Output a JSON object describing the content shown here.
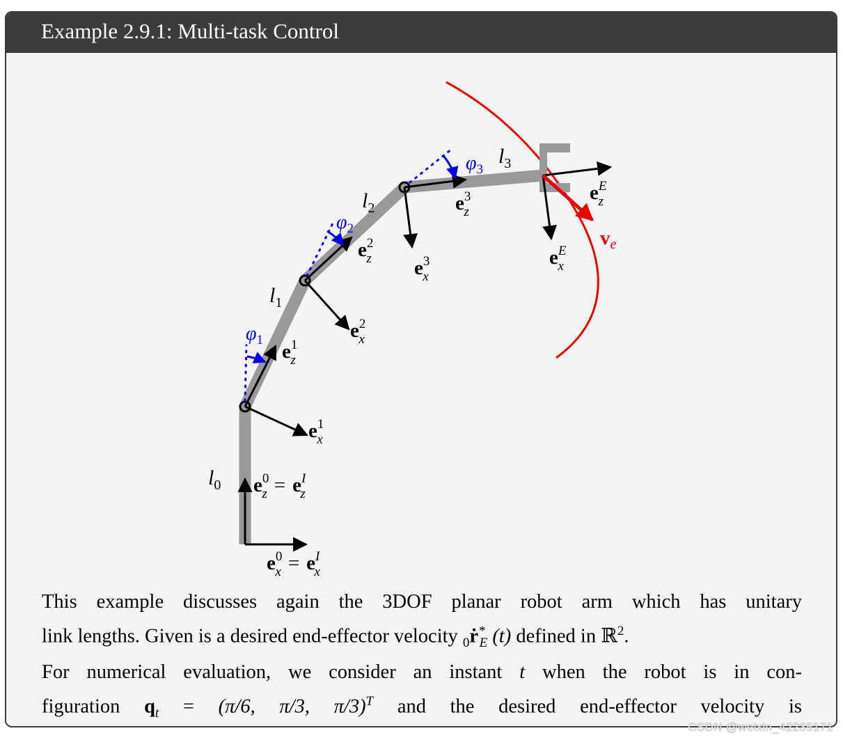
{
  "header": {
    "title": "Example 2.9.1: Multi-task Control"
  },
  "figure": {
    "labels": {
      "l0": "l",
      "l0_sub": "0",
      "l1": "l",
      "l1_sub": "1",
      "l2": "l",
      "l2_sub": "2",
      "l3": "l",
      "l3_sub": "3",
      "phi1": "φ",
      "phi1_sub": "1",
      "phi2": "φ",
      "phi2_sub": "2",
      "phi3": "φ",
      "phi3_sub": "3",
      "base_ez": "e",
      "base_ez_sup": "0",
      "base_ez_sub": "z",
      "base_ez_eq": "=",
      "base_ezI": "e",
      "base_ezI_sup": "I",
      "base_ezI_sub": "z",
      "base_ex": "e",
      "base_ex_sup": "0",
      "base_ex_sub": "x",
      "base_ex_eq": "=",
      "base_exI": "e",
      "base_exI_sup": "I",
      "base_exI_sub": "x",
      "e1z": "e",
      "e1z_sup": "1",
      "e1z_sub": "z",
      "e1x": "e",
      "e1x_sup": "1",
      "e1x_sub": "x",
      "e2z": "e",
      "e2z_sup": "2",
      "e2z_sub": "z",
      "e2x": "e",
      "e2x_sup": "2",
      "e2x_sub": "x",
      "e3z": "e",
      "e3z_sup": "3",
      "e3z_sub": "z",
      "e3x": "e",
      "e3x_sup": "3",
      "e3x_sub": "x",
      "eEz": "e",
      "eEz_sup": "E",
      "eEz_sub": "z",
      "eEx": "e",
      "eEx_sup": "E",
      "eEx_sub": "x",
      "ve": "v",
      "ve_sub": "e"
    },
    "colors": {
      "link": "#999999",
      "frame": "#000000",
      "angle": "#0000ee",
      "trajectory": "#ee0000"
    }
  },
  "body": {
    "line1": "This example discusses again the 3DOF planar robot arm which has unitary",
    "line2_a": "link lengths. Given is a desired end-effector velocity ",
    "line2_pre": "0",
    "line2_r": "ṙ",
    "line2_star": "*",
    "line2_E": "E",
    "line2_t": " (t)",
    "line2_b": " defined in ",
    "line2_R": "ℝ",
    "line2_R_sup": "2",
    "line2_end": ".",
    "line3_a": "For numerical evaluation, we consider an instant ",
    "line3_t": "t",
    "line3_b": " when the robot is in con-",
    "line4_a": "figuration ",
    "line4_q": "q",
    "line4_qsub": "t",
    "line4_eq": " = ",
    "line4_tuple": "(π/6, π/3, π/3)",
    "line4_T": "T",
    "line4_b": " and the desired end-effector velocity is"
  },
  "watermark": "CSDN @weixin_42235171"
}
